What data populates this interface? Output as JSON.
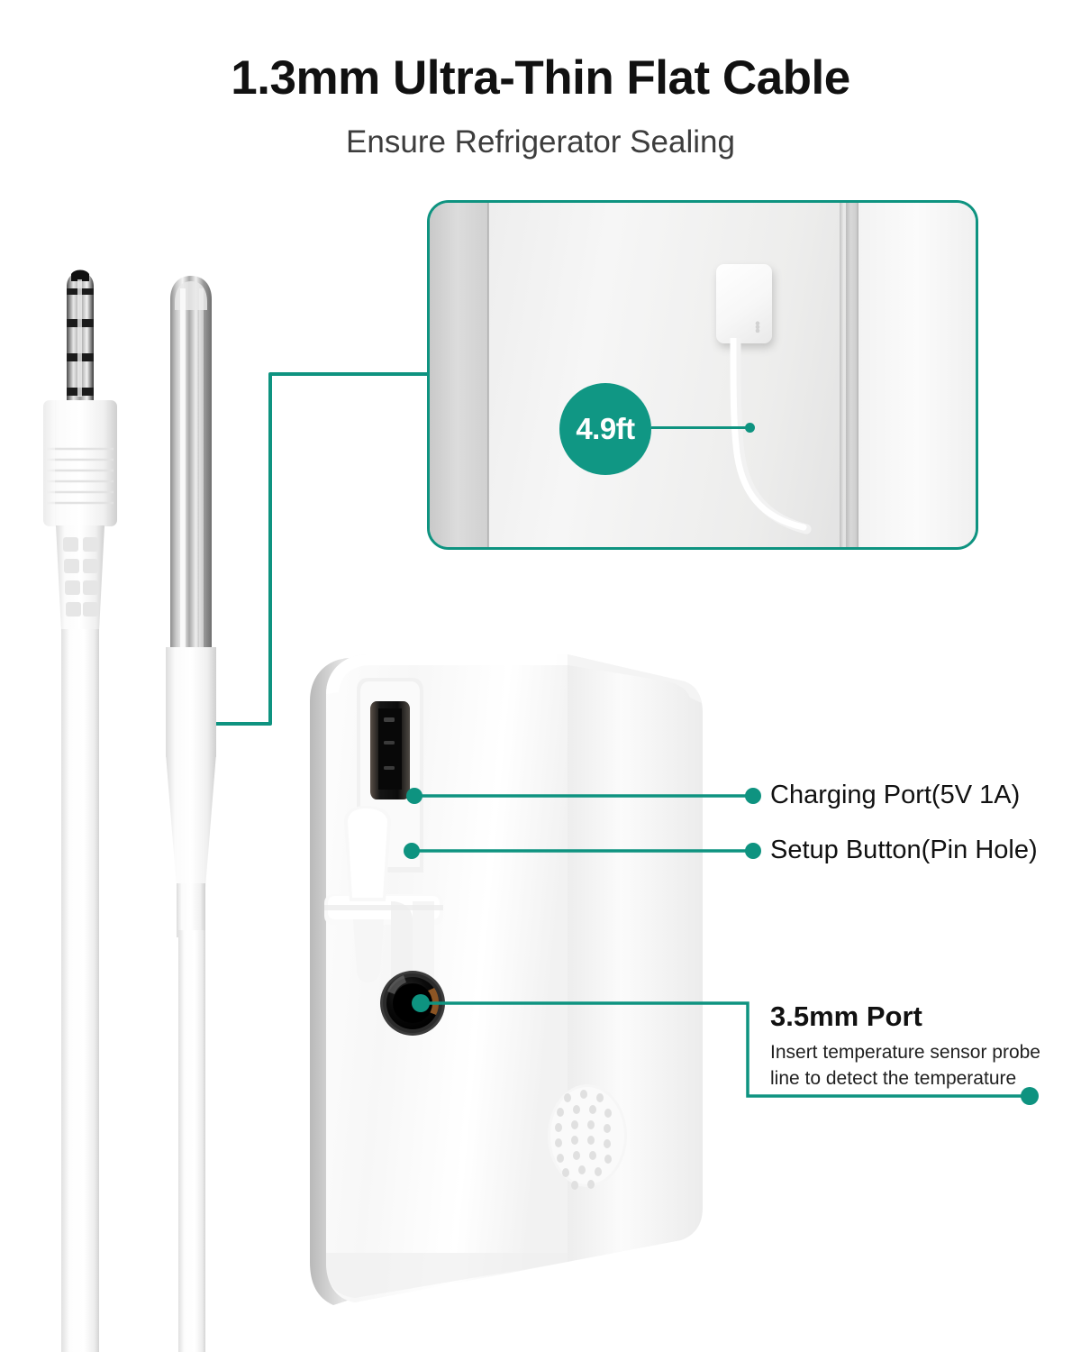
{
  "header": {
    "title": "1.3mm Ultra-Thin Flat Cable",
    "subtitle": "Ensure Refrigerator Sealing"
  },
  "colors": {
    "accent_teal": "#0e9380",
    "badge_teal": "#109784",
    "text_primary": "#111111",
    "text_secondary": "#3d3d3d",
    "background": "#ffffff"
  },
  "inset": {
    "name": "refrigerator-door-photo",
    "badge_label": "4.9ft",
    "caption_scene": "sensor mounted on refrigerator door with thin flat cable through the door seal"
  },
  "callouts": [
    {
      "id": "charging-port",
      "label": "Charging Port(5V 1A)",
      "description": ""
    },
    {
      "id": "setup-button",
      "label": "Setup Button(Pin Hole)",
      "description": ""
    },
    {
      "id": "audio-port",
      "label": "3.5mm Port",
      "description_line1": "Insert temperature sensor probe",
      "description_line2": "line to detect the temperature"
    }
  ],
  "parts": {
    "plug": "3.5mm-trrs-plug",
    "probe": "stainless-steel-temperature-probe",
    "cable": "ultra-thin-flat-cable",
    "device": "wifi-temperature-sensor-hub",
    "speaker": "speaker-grille",
    "clip": "hanging-clip"
  }
}
